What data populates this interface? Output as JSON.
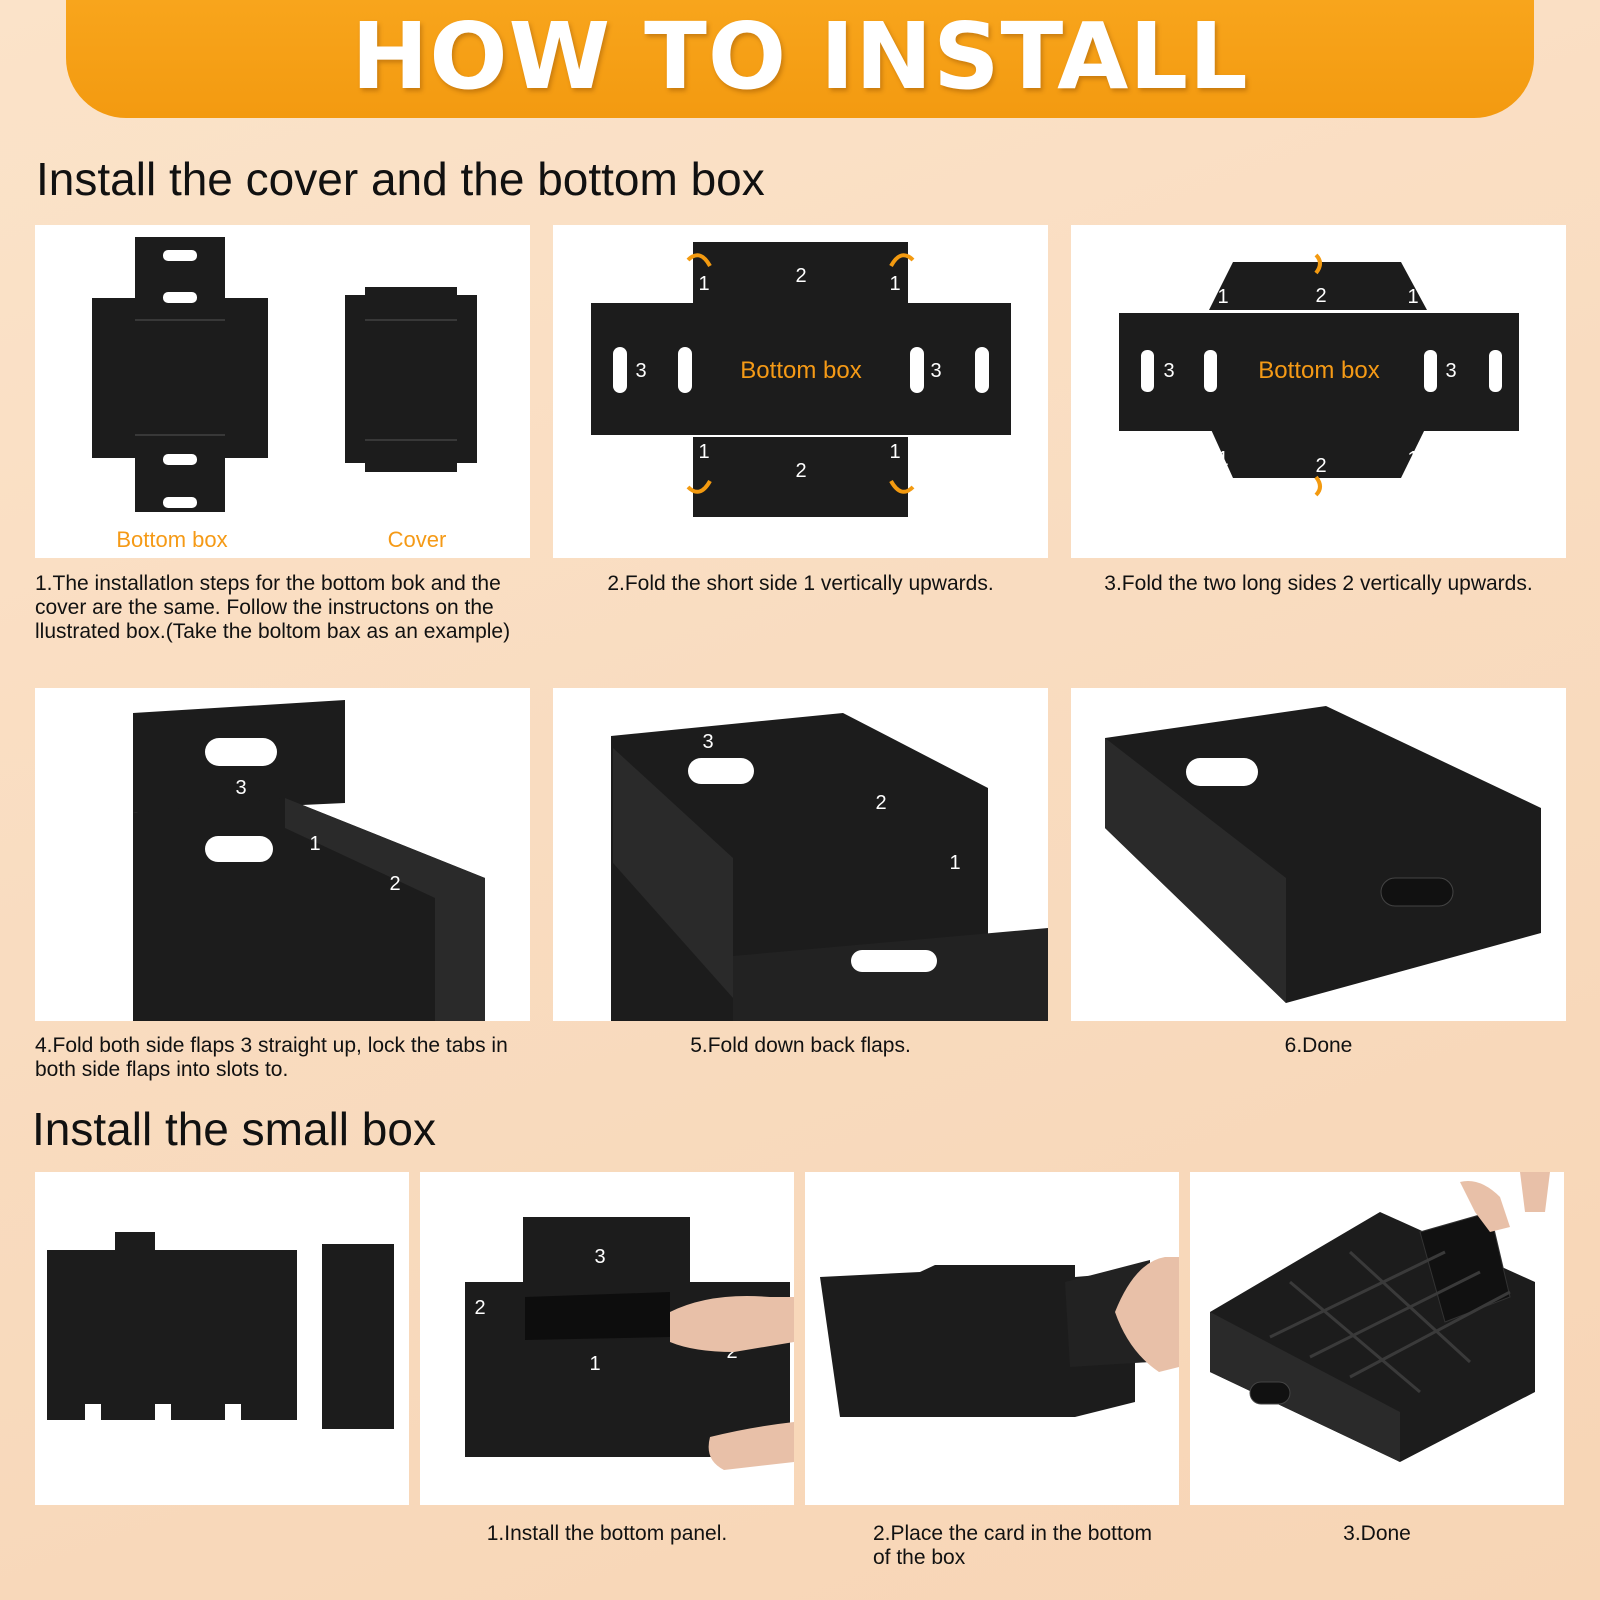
{
  "banner": {
    "title": "HOW TO INSTALL"
  },
  "section1": {
    "heading": "Install the cover and the bottom box",
    "panel1": {
      "label_bottom": "Bottom box",
      "label_cover": "Cover"
    },
    "panel2": {
      "center_label": "Bottom box",
      "num1": "1",
      "num2": "2",
      "num3": "3"
    },
    "panel3": {
      "center_label": "Bottom box",
      "num1": "1",
      "num2": "2",
      "num3": "3"
    },
    "panel4": {
      "num1": "1",
      "num2": "2",
      "num3": "3"
    },
    "panel5": {
      "num1": "1",
      "num2": "2",
      "num3": "3"
    },
    "captions": [
      "1.The installatlon steps for the bottom bok and the cover are the same. Follow the instructons on the llustrated box.(Take the boltom bax as an example)",
      "2.Fold the short side 1 vertically upwards.",
      "3.Fold the two long sides 2 vertically upwards.",
      "4.Fold both side flaps 3 straight up, lock the tabs in both side flaps into slots to.",
      "5.Fold down back flaps.",
      "6.Done"
    ]
  },
  "section2": {
    "heading": "Install the small box",
    "panel2": {
      "num1": "1",
      "num2": "2",
      "num3": "3"
    },
    "captions": [
      "1.Install the bottom panel.",
      "2.Place the card in the bottom of the box",
      "3.Done"
    ]
  },
  "colors": {
    "accent": "#f39a10",
    "label_orange": "#f59a16",
    "box": "#1a1a1a"
  }
}
